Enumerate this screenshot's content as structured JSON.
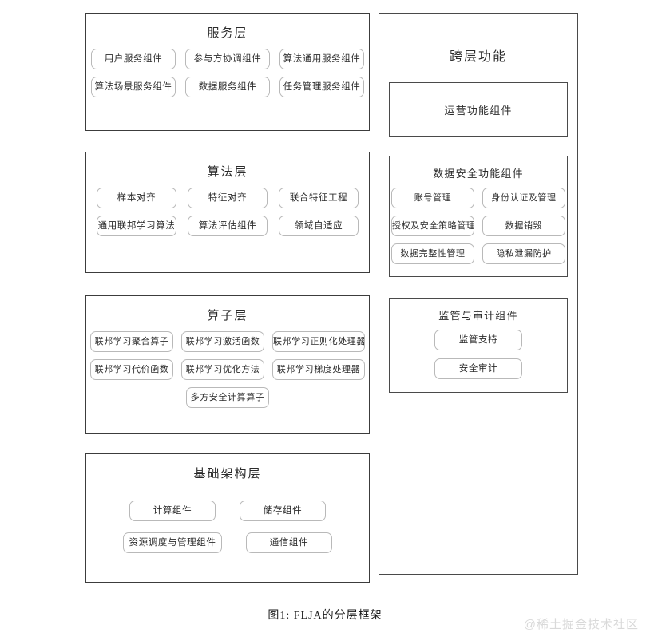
{
  "figure": {
    "caption": "图1: FLJA的分层框架",
    "watermark": "@稀土掘金技术社区"
  },
  "left_column": {
    "layers": [
      {
        "title": "服务层",
        "rows": [
          [
            "用户服务组件",
            "参与方协调组件",
            "算法通用服务组件"
          ],
          [
            "算法场景服务组件",
            "数据服务组件",
            "任务管理服务组件"
          ]
        ]
      },
      {
        "title": "算法层",
        "rows": [
          [
            "样本对齐",
            "特征对齐",
            "联合特征工程"
          ],
          [
            "通用联邦学习算法",
            "算法评估组件",
            "领域自适应"
          ]
        ]
      },
      {
        "title": "算子层",
        "rows": [
          [
            "联邦学习聚合算子",
            "联邦学习激活函数",
            "联邦学习正则化处理器"
          ],
          [
            "联邦学习代价函数",
            "联邦学习优化方法",
            "联邦学习梯度处理器"
          ],
          [
            "多方安全计算算子"
          ]
        ]
      },
      {
        "title": "基础架构层",
        "rows": [
          [
            "计算组件",
            "储存组件"
          ],
          [
            "资源调度与管理组件",
            "通信组件"
          ]
        ]
      }
    ]
  },
  "right_column": {
    "title": "跨层功能",
    "operations": {
      "label": "运营功能组件"
    },
    "data_security": {
      "title": "数据安全功能组件",
      "rows": [
        [
          "账号管理",
          "身份认证及管理"
        ],
        [
          "授权及安全策略管理",
          "数据销毁"
        ],
        [
          "数据完整性管理",
          "隐私泄漏防护"
        ]
      ]
    },
    "audit": {
      "title": "监管与审计组件",
      "items": [
        "监管支持",
        "安全审计"
      ]
    }
  }
}
